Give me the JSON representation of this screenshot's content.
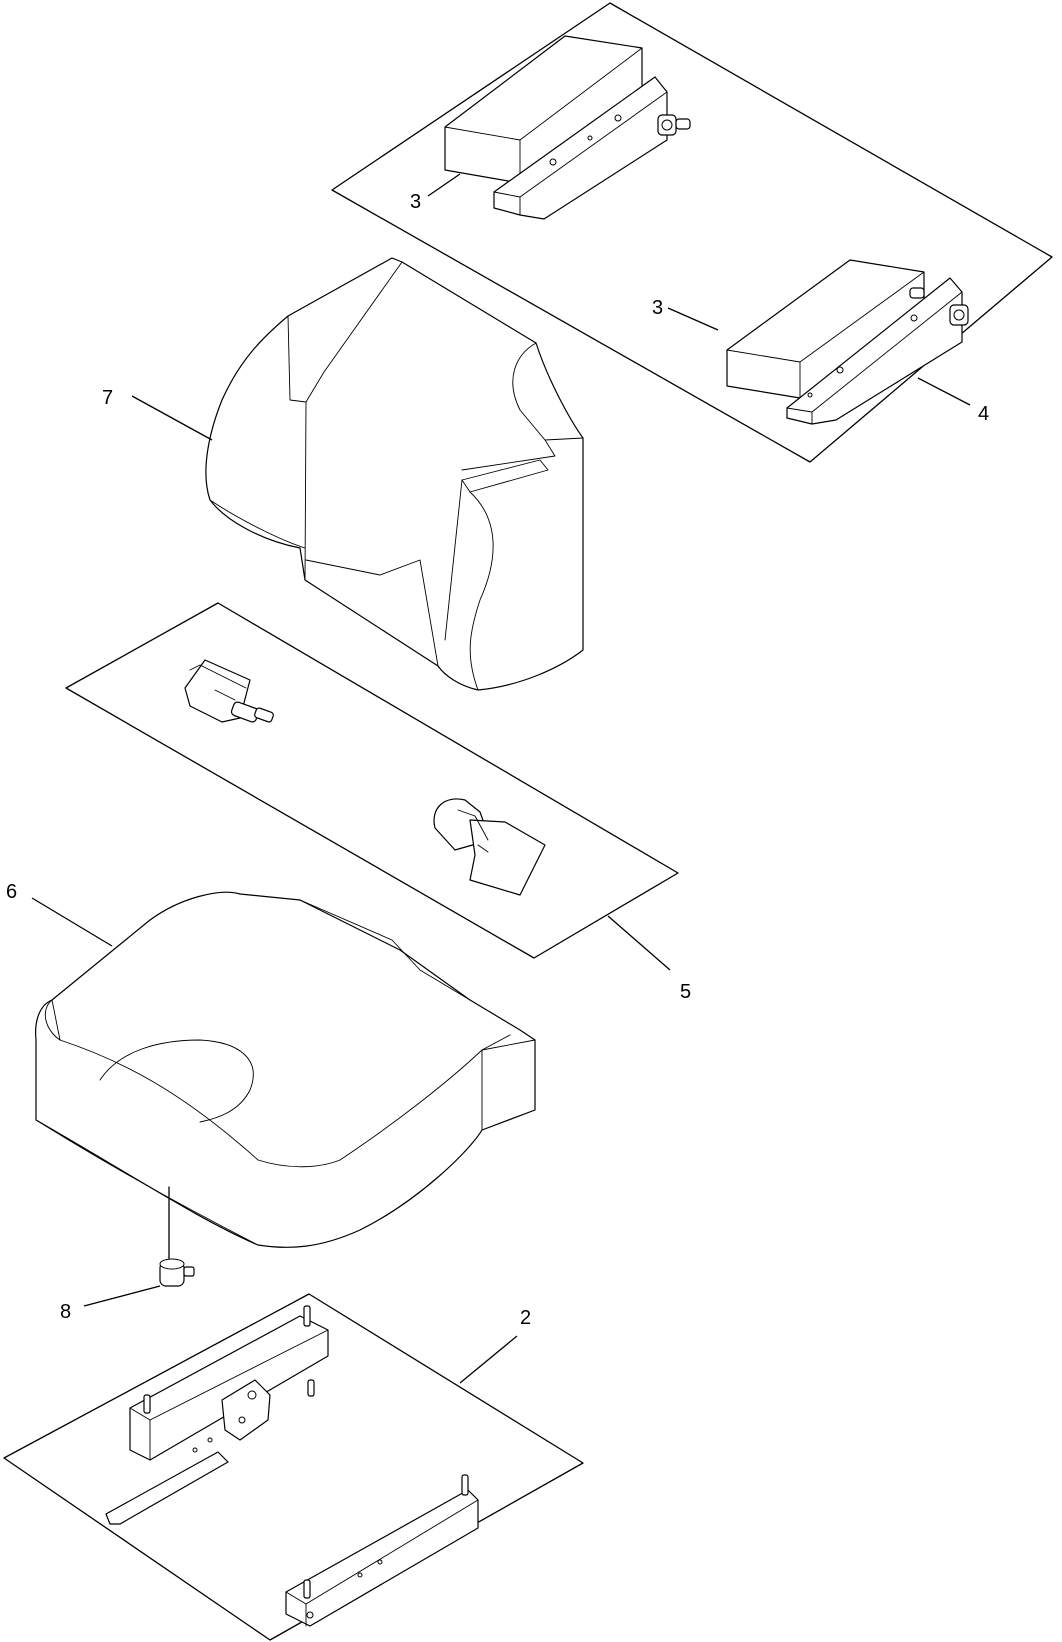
{
  "diagram": {
    "callouts": [
      {
        "id": "c3a",
        "label": "3"
      },
      {
        "id": "c3b",
        "label": "3"
      },
      {
        "id": "c4",
        "label": "4"
      },
      {
        "id": "c7",
        "label": "7"
      },
      {
        "id": "c5",
        "label": "5"
      },
      {
        "id": "c6",
        "label": "6"
      },
      {
        "id": "c8",
        "label": "8"
      },
      {
        "id": "c2",
        "label": "2"
      }
    ]
  }
}
